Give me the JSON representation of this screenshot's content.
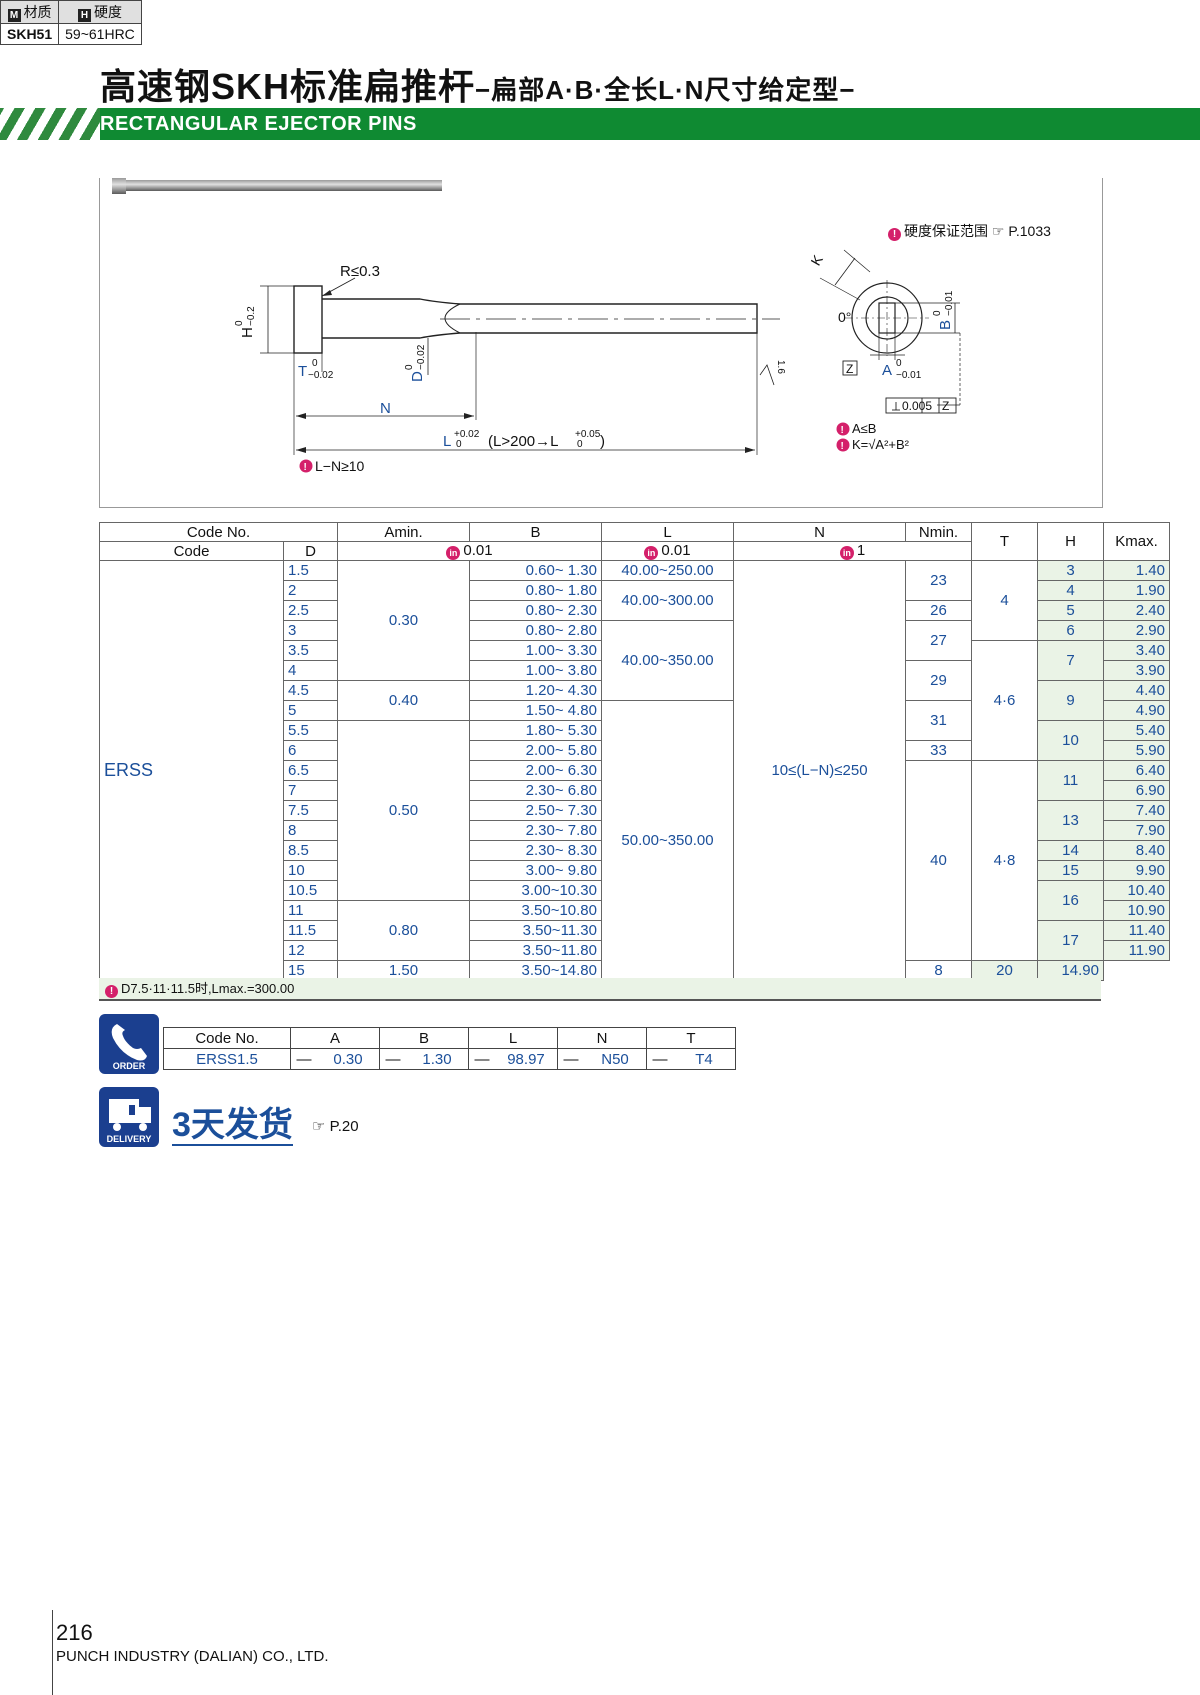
{
  "header": {
    "title_main": "高速钢SKH标准扁推杆",
    "title_sub": "−扁部A·B·全长L·N尺寸给定型−",
    "subtitle_en": "RECTANGULAR EJECTOR PINS"
  },
  "material": {
    "m_icon": "M",
    "h_icon": "H",
    "material_label": "材质",
    "hardness_label": "硬度",
    "material_value": "SKH51",
    "hardness_value": "59~61HRC",
    "note": "硬度保证范围",
    "note_ref": "P.1033"
  },
  "drawing": {
    "r_label": "R≤0.3",
    "h_label": "H",
    "h_tol_top": "0",
    "h_tol_bot": "−0.2",
    "t_label": "T",
    "t_tol_top": "0",
    "t_tol_bot": "−0.02",
    "d_label": "D",
    "d_tol_top": "0",
    "d_tol_bot": "−0.02",
    "n_label": "N",
    "l_label": "L",
    "l_tol_top": "+0.02",
    "l_tol_bot": "0",
    "l_cond": "(L>200→L",
    "l_cond_tol_top": "+0.05",
    "l_cond_tol_bot": "0",
    "l_cond_end": ")",
    "rough": "1.6",
    "note_ln": "L−N≥10",
    "k_label": "K",
    "zero_deg": "0°",
    "b_label": "B",
    "b_tol_top": "0",
    "b_tol_bot": "−0.01",
    "a_label": "A",
    "a_tol_top": "0",
    "a_tol_bot": "−0.01",
    "z_label": "Z",
    "perp_value": "0.005",
    "note_ab": "A≤B",
    "note_k": "K=√A²+B²"
  },
  "spec_table": {
    "headers_row1": [
      "Code No.",
      "Amin.",
      "B",
      "L",
      "N",
      "Nmin.",
      "T",
      "H",
      "Kmax."
    ],
    "headers_row2": [
      "Code",
      "D",
      "0.01",
      "0.01",
      "1"
    ],
    "code": "ERSS",
    "tol_icon": "in",
    "rows": [
      {
        "D": "1.5",
        "B": "0.60~ 1.30",
        "H": "3",
        "K": "1.40"
      },
      {
        "D": "2",
        "B": "0.80~ 1.80",
        "H": "4",
        "K": "1.90"
      },
      {
        "D": "2.5",
        "B": "0.80~ 2.30",
        "H": "5",
        "K": "2.40"
      },
      {
        "D": "3",
        "B": "0.80~ 2.80",
        "H": "6",
        "K": "2.90"
      },
      {
        "D": "3.5",
        "B": "1.00~ 3.30",
        "K": "3.40"
      },
      {
        "D": "4",
        "B": "1.00~ 3.80",
        "K": "3.90"
      },
      {
        "D": "4.5",
        "B": "1.20~ 4.30",
        "K": "4.40"
      },
      {
        "D": "5",
        "B": "1.50~ 4.80",
        "K": "4.90"
      },
      {
        "D": "5.5",
        "B": "1.80~ 5.30",
        "K": "5.40"
      },
      {
        "D": "6",
        "B": "2.00~ 5.80",
        "K": "5.90"
      },
      {
        "D": "6.5",
        "B": "2.00~ 6.30",
        "K": "6.40"
      },
      {
        "D": "7",
        "B": "2.30~ 6.80",
        "K": "6.90"
      },
      {
        "D": "7.5",
        "B": "2.50~ 7.30",
        "K": "7.40"
      },
      {
        "D": "8",
        "B": "2.30~ 7.80",
        "K": "7.90"
      },
      {
        "D": "8.5",
        "B": "2.30~ 8.30",
        "H": "14",
        "K": "8.40"
      },
      {
        "D": "10",
        "B": "3.00~ 9.80",
        "H": "15",
        "K": "9.90"
      },
      {
        "D": "10.5",
        "B": "3.00~10.30",
        "K": "10.40"
      },
      {
        "D": "11",
        "B": "3.50~10.80",
        "K": "10.90"
      },
      {
        "D": "11.5",
        "B": "3.50~11.30",
        "K": "11.40"
      },
      {
        "D": "12",
        "B": "3.50~11.80",
        "K": "11.90"
      },
      {
        "D": "15",
        "B": "3.50~14.80",
        "K": "14.90"
      }
    ],
    "amin": [
      "0.30",
      "0.40",
      "0.50",
      "0.80",
      "1.50"
    ],
    "l_ranges": [
      "40.00~250.00",
      "40.00~300.00",
      "40.00~350.00",
      "50.00~350.00"
    ],
    "n_range": "10≤(L−N)≤250",
    "nmin": [
      "23",
      "26",
      "27",
      "29",
      "31",
      "33",
      "40"
    ],
    "t": [
      "4",
      "4·6",
      "4·8",
      "8"
    ],
    "h_merged": [
      "7",
      "9",
      "10",
      "11",
      "13",
      "16",
      "17",
      "20"
    ],
    "footnote": "D7.5·11·11.5时,Lmax.=300.00"
  },
  "order": {
    "icon_label": "ORDER",
    "headers": [
      "Code No.",
      "A",
      "B",
      "L",
      "N",
      "T"
    ],
    "values": [
      "ERSS1.5",
      "0.30",
      "1.30",
      "98.97",
      "N50",
      "T4"
    ],
    "dash": "—"
  },
  "delivery": {
    "icon_label": "DELIVERY",
    "text": "3天发货",
    "ref": "P.20"
  },
  "footer": {
    "page": "216",
    "company": "PUNCH INDUSTRY (DALIAN) CO., LTD."
  }
}
